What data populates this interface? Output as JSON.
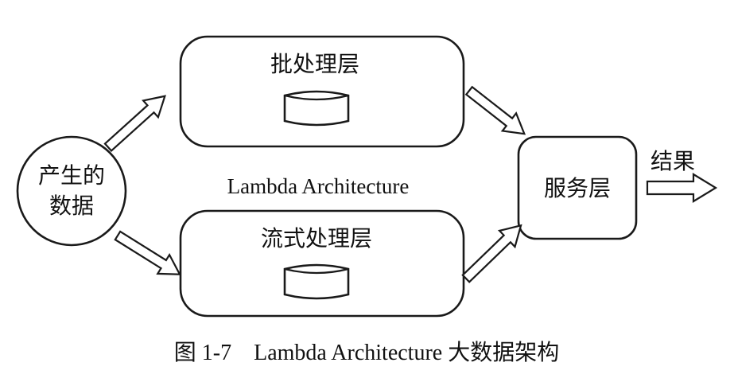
{
  "diagram": {
    "source_node": {
      "line1": "产生的",
      "line2": "数据"
    },
    "batch_layer": {
      "label": "批处理层"
    },
    "stream_layer": {
      "label": "流式处理层"
    },
    "serving_layer": {
      "label": "服务层"
    },
    "center_label": "Lambda Architecture",
    "output_label": "结果"
  },
  "caption": "图 1-7　Lambda Architecture 大数据架构",
  "icons": {
    "batch_store": "database-cylinder-icon",
    "stream_store": "database-cylinder-icon",
    "flow_arrow": "hollow-arrow-icon"
  }
}
